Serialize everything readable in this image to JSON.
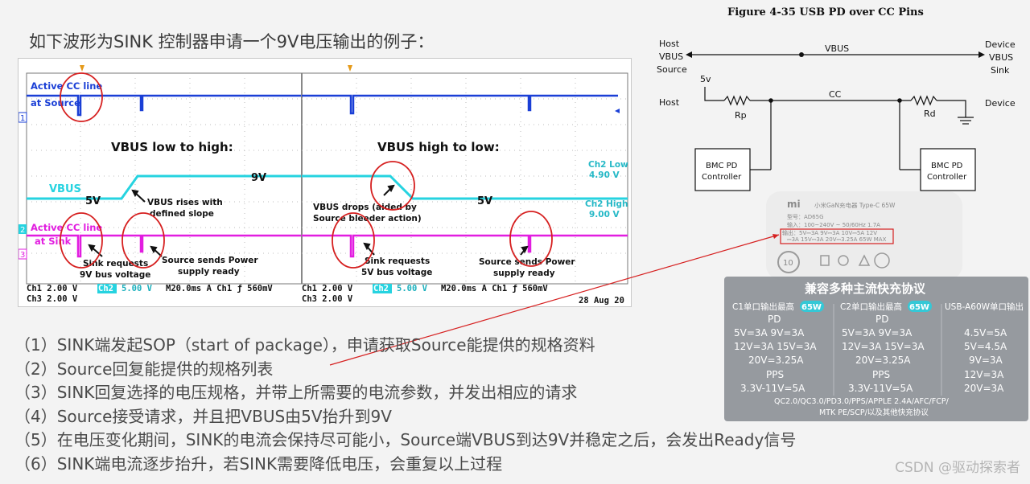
{
  "slide": {
    "title": "如下波形为SINK 控制器申请一个9V电压输出的例子：",
    "steps": [
      "（1）SINK端发起SOP（start of package），申请获取Source能提供的规格资料",
      "（2）Source回复能提供的规格列表",
      "（3）SINK回复选择的电压规格，并带上所需要的电流参数，并发出相应的请求",
      "（4）Source接受请求，并且把VBUS由5V抬升到9V",
      "（5）在电压变化期间，SINK的电流会保持尽可能小，Source端VBUS到达9V并稳定之后，会发出Ready信号",
      "（6）SINK端电流逐步抬升，若SINK需要降低电压，会重复以上过程"
    ],
    "watermark": "CSDN @驱动探索者"
  },
  "scope": {
    "ch1_label": "Active CC line",
    "ch1_label2": "at Source",
    "ch2_label": "VBUS",
    "ch3_label": "Active CC line",
    "ch3_label2": "at Sink",
    "left_title": "VBUS low to high:",
    "right_title": "VBUS high to low:",
    "v9": "9V",
    "v5": "5V",
    "left_rise_note": "VBUS rises with",
    "left_rise_note2": "defined slope",
    "left_sink_req": "Sink requests",
    "left_sink_req2": "9V bus voltage",
    "left_src_ready": "Source sends Power",
    "left_src_ready2": "supply ready",
    "right_drop_note": "VBUS drops (aided by",
    "right_drop_note2": "Source bleeder action)",
    "right_sink_req": "Sink requests",
    "right_sink_req2": "5V bus voltage",
    "right_src_ready": "Source sends Power",
    "right_src_ready2": "supply ready",
    "ch2_low": "Ch2 Low",
    "ch2_low_val": "4.90 V",
    "ch2_high": "Ch2 High",
    "ch2_high_val": "9.00 V",
    "marker1": "1",
    "marker2": "2",
    "marker3": "3",
    "status_left_1": "Ch1   2.00 V",
    "status_left_ch2": "Ch2",
    "status_left_ch2v": "5.00 V",
    "status_left_time": "M20.0ms  A  Ch1  ƒ   560mV",
    "status_left_3": "Ch3   2.00 V",
    "status_right_1": "Ch1   2.00 V",
    "status_right_ch2": "Ch2",
    "status_right_ch2v": "5.00 V",
    "status_right_time": "M20.0ms  A  Ch1  ƒ   560mV",
    "status_right_3": "Ch3   2.00 V",
    "status_date": "28 Aug 20",
    "colors": {
      "ch1": "#1a3fd6",
      "ch2": "#26d3e0",
      "ch3": "#e21de0",
      "circle": "#d62020"
    }
  },
  "figure": {
    "title": "Figure 4-35  USB PD over CC Pins",
    "host_vbus_source_1": "Host",
    "host_vbus_source_2": "VBUS",
    "host_vbus_source_3": "Source",
    "vbus_label": "VBUS",
    "device_vbus_sink_1": "Device",
    "device_vbus_sink_2": "VBUS",
    "device_vbus_sink_3": "Sink",
    "v5v": "5v",
    "host": "Host",
    "cc": "CC",
    "device": "Device",
    "rp": "Rp",
    "rd": "Rd",
    "bmc_left_1": "BMC PD",
    "bmc_left_2": "Controller",
    "bmc_right_1": "BMC PD",
    "bmc_right_2": "Controller"
  },
  "charger": {
    "brand": "mi",
    "model_line": "小米GaN充电器 Type-C 65W",
    "model_no": "型号：AD65G",
    "input": "输入：100~240V ~ 50/60Hz 1.7A",
    "output_1": "输出：5V⎓3A 9V⎓3A 10V⎓5A 12V",
    "output_2": "⎓3A 15V⎓3A 20V⎓3.25A 65W MAX",
    "badge_10": "10",
    "title": "兼容多种主流快充协议",
    "col1_header": "C1单口输出最高",
    "col1_badge": "65W",
    "col2_header": "C2单口输出最高",
    "col2_badge": "65W",
    "col3_header": "USB-A60W单口输出",
    "pd": "PD",
    "c1_l1": "5V=3A    9V=3A",
    "c1_l2": "12V=3A  15V=3A",
    "c1_l3": "20V=3.25A",
    "pps": "PPS",
    "c1_pps": "3.3V-11V=5A",
    "c2_l1": "5V=3A    9V=3A",
    "c2_l2": "12V=3A  15V=3A",
    "c2_l3": "20V=3.25A",
    "c2_pps": "3.3V-11V=5A",
    "c3_l1": "4.5V=5A",
    "c3_l2": "5V=4.5A",
    "c3_l3": "9V=3A",
    "c3_l4": "12V=3A",
    "c3_l5": "20V=3A",
    "footer_1": "QC2.0/QC3.0/PD3.0/PPS/APPLE 2.4A/AFC/FCP/",
    "footer_2": "MTK PE/SCP/以及其他快充协议"
  }
}
